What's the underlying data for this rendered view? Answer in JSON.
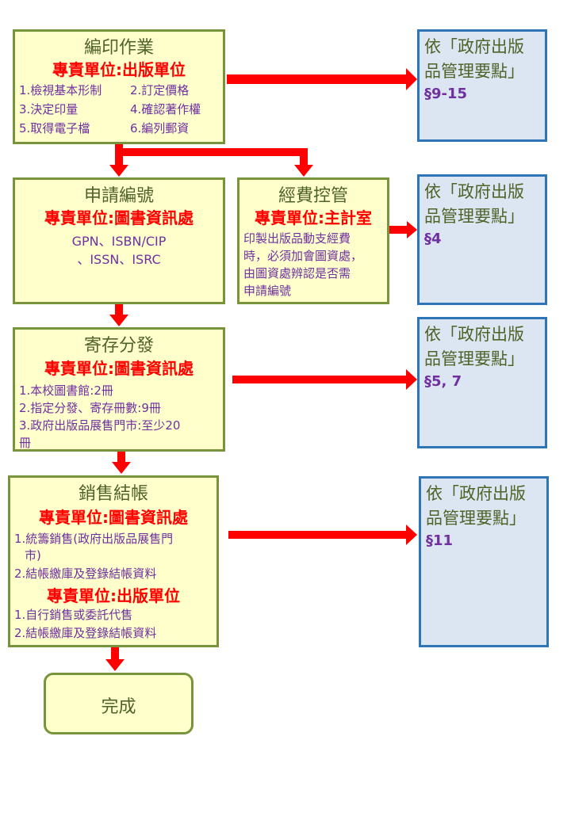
{
  "steps": {
    "edit": {
      "title": "編印作業",
      "unit": "專責單位:出版單位",
      "items": [
        "1.檢視基本形制",
        "2.訂定價格",
        "3.決定印量",
        "4.確認著作權",
        "5.取得電子檔",
        "6.編列郵資"
      ]
    },
    "apply": {
      "title": "申請編號",
      "unit": "專責單位:圖書資訊處",
      "lines": [
        "GPN、ISBN/CIP",
        "、ISSN、ISRC"
      ]
    },
    "budget": {
      "title": "經費控管",
      "unit": "專責單位:主計室",
      "lines": [
        "印製出版品動支經費",
        "時，必須加會圖資處，",
        "由圖資處辨認是否需",
        "申請編號"
      ]
    },
    "deposit": {
      "title": "寄存分發",
      "unit": "專責單位:圖書資訊處",
      "lines": [
        "1.本校圖書館:2冊",
        "2.指定分發、寄存冊數:9冊",
        "3.政府出版品展售門市:至少20",
        "冊"
      ]
    },
    "sales": {
      "title": "銷售結帳",
      "unit1": "專責單位:圖書資訊處",
      "lines1": [
        "1.統籌銷售(政府出版品展售門",
        "市)",
        "2.結帳繳庫及登錄結帳資料"
      ],
      "unit2": "專責單位:出版單位",
      "lines2": [
        "1.自行銷售或委託代售",
        "2.結帳繳庫及登錄結帳資料"
      ]
    },
    "done": {
      "title": "完成"
    }
  },
  "refs": [
    {
      "line1": "依「政府出版",
      "line2": "品管理要點」",
      "section": "§9-15"
    },
    {
      "line1": "依「政府出版",
      "line2": "品管理要點」",
      "section": "§4"
    },
    {
      "line1": "依「政府出版",
      "line2": "品管理要點」",
      "section": "§5, 7"
    },
    {
      "line1": "依「政府出版",
      "line2": "品管理要點」",
      "section": "§11"
    }
  ],
  "colors": {
    "box_fill": "#ffffcc",
    "box_border": "#77933c",
    "ref_fill": "#dce6f2",
    "ref_border": "#2e75b6",
    "title": "#4f6228",
    "unit": "#ff0000",
    "item": "#7030a0",
    "arrow": "#ff0000"
  }
}
